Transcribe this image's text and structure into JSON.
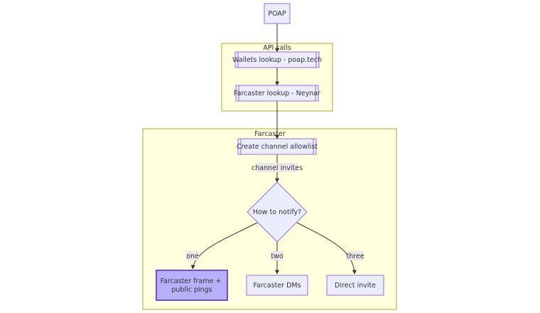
{
  "nodes": {
    "poap": "POAP",
    "wallets_lookup": "Wallets lookup - poap.tech",
    "farcaster_lookup": "Farcaster lookup - Neynar",
    "create_allowlist": "Create channel allowlist",
    "how_to_notify": "How to notify?",
    "frame_pings_line1": "Farcaster frame +",
    "frame_pings_line2": "public pings",
    "farcaster_dms": "Farcaster DMs",
    "direct_invite": "Direct invite"
  },
  "clusters": {
    "api_calls": "API calls",
    "farcaster": "Farcaster"
  },
  "edge_labels": {
    "channel_invites": "channel invites",
    "one": "one",
    "two": "two",
    "three": "three"
  },
  "colors": {
    "node_fill": "#ECECFF",
    "node_stroke": "#9370DB",
    "cluster_fill": "#FFFFDE",
    "cluster_stroke": "#AAAA33",
    "highlight_fill": "#B8B0FA",
    "highlight_stroke": "#6A52D8",
    "edge": "#333333"
  }
}
